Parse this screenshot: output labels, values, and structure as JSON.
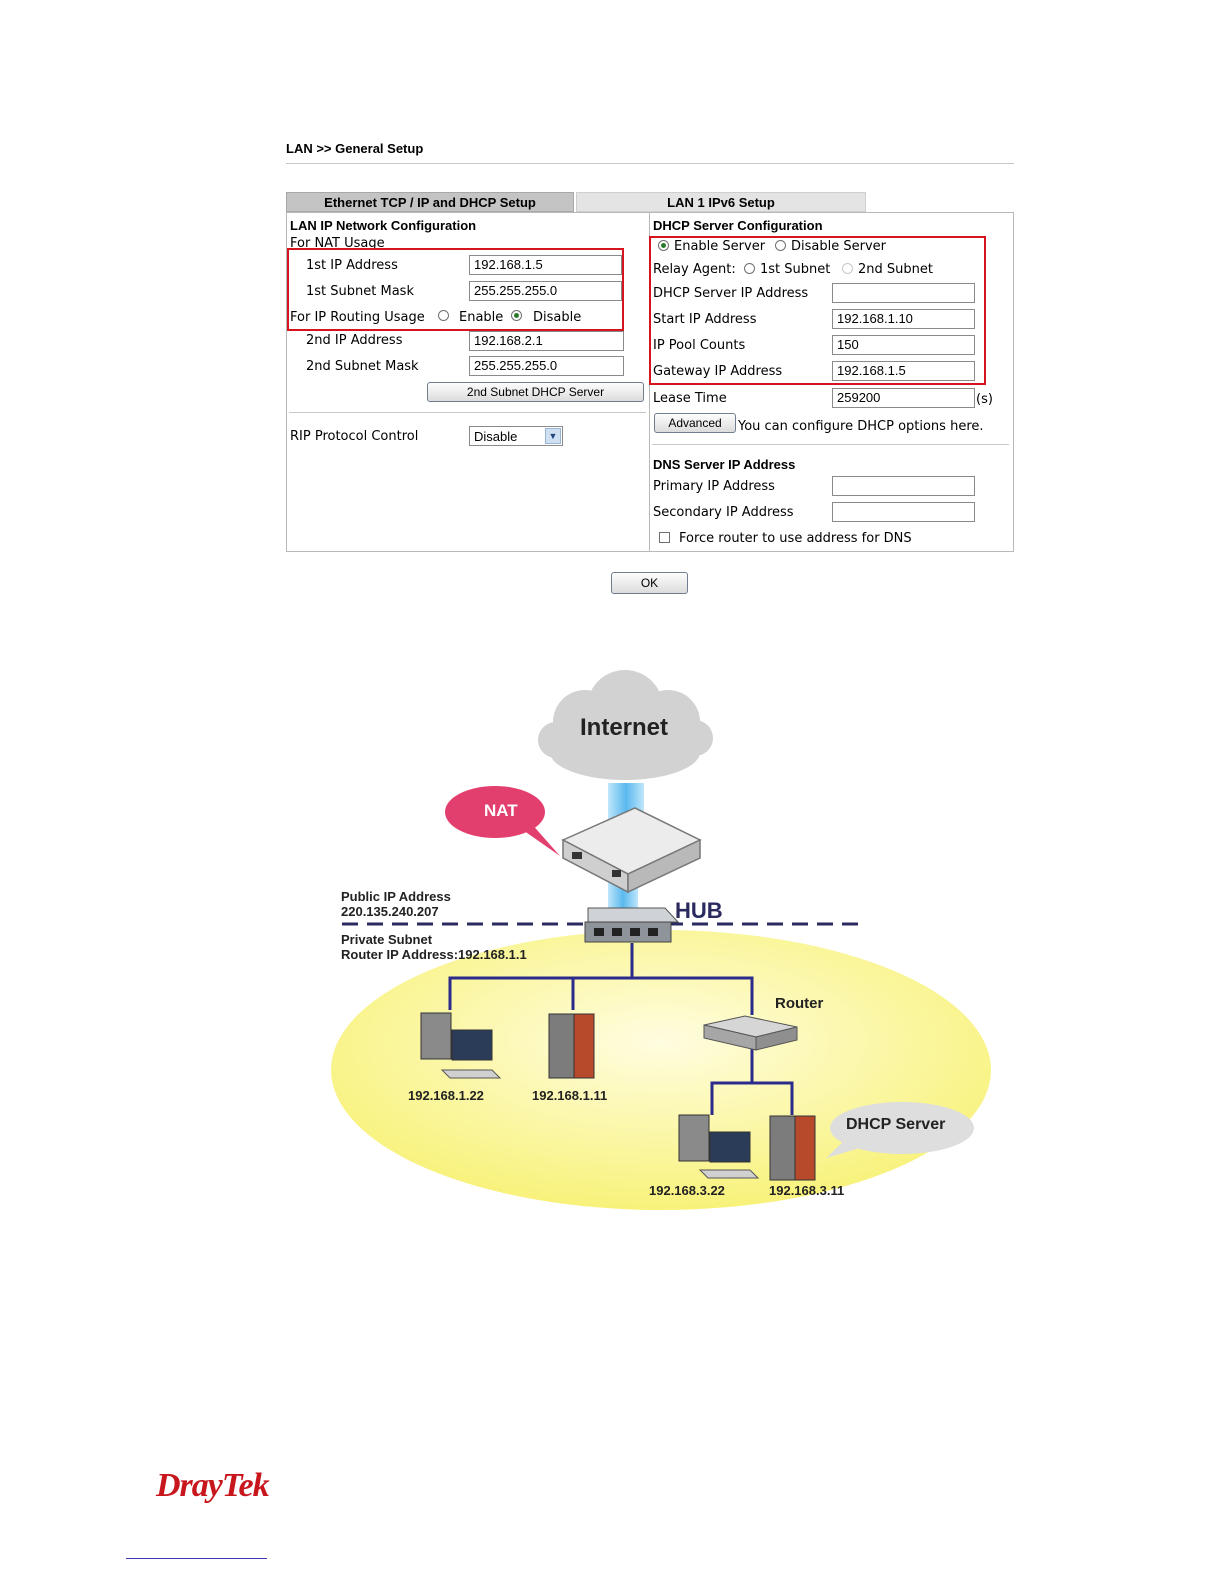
{
  "breadcrumb": "LAN >> General Setup",
  "tabs": [
    "Ethernet TCP / IP and DHCP Setup",
    "LAN 1 IPv6 Setup"
  ],
  "lan_ip": {
    "heading": "LAN IP Network Configuration",
    "nat_usage": "For NAT Usage",
    "ip1_label": "1st IP Address",
    "ip1_value": "192.168.1.5",
    "mask1_label": "1st Subnet Mask",
    "mask1_value": "255.255.255.0",
    "routing_label": "For IP Routing Usage",
    "routing_enable": "Enable",
    "routing_disable": "Disable",
    "routing_selected": "Disable",
    "ip2_label": "2nd IP Address",
    "ip2_value": "192.168.2.1",
    "mask2_label": "2nd Subnet Mask",
    "mask2_value": "255.255.255.0",
    "dhcp2_button": "2nd Subnet DHCP Server",
    "rip_label": "RIP Protocol Control",
    "rip_value": "Disable"
  },
  "dhcp": {
    "heading": "DHCP Server Configuration",
    "enable_server": "Enable Server",
    "disable_server": "Disable Server",
    "server_selected": "Enable Server",
    "relay_label": "Relay Agent:",
    "relay_1st": "1st Subnet",
    "relay_2nd": "2nd Subnet",
    "server_ip_label": "DHCP Server IP Address",
    "server_ip_value": "",
    "start_label": "Start IP Address",
    "start_value": "192.168.1.10",
    "pool_label": "IP Pool Counts",
    "pool_value": "150",
    "gateway_label": "Gateway IP Address",
    "gateway_value": "192.168.1.5",
    "lease_label": "Lease Time",
    "lease_value": "259200",
    "lease_unit": "(s)",
    "advanced_button": "Advanced",
    "advanced_hint": "You can configure DHCP options here."
  },
  "dns": {
    "heading": "DNS Server IP Address",
    "primary_label": "Primary IP Address",
    "primary_value": "",
    "secondary_label": "Secondary IP Address",
    "secondary_value": "",
    "force_label": "Force router to use address for DNS",
    "force_checked": false
  },
  "ok_button": "OK",
  "diagram": {
    "internet": "Internet",
    "nat": "NAT",
    "hub": "HUB",
    "public_label": "Public IP Address",
    "public_ip": "220.135.240.207",
    "private_label": "Private Subnet",
    "router_ip_label": "Router IP Address:192.168.1.1",
    "router": "Router",
    "dhcp_server": "DHCP Server",
    "hosts": [
      "192.168.1.22",
      "192.168.1.11",
      "192.168.3.22",
      "192.168.3.11"
    ],
    "colors": {
      "callout_pink": "#e33f6e",
      "dashed_line": "#2a2a5e",
      "cable": "#2b2b8c",
      "ellipse": "#fbf8a8"
    }
  },
  "footer": {
    "logo": "DrayTek"
  }
}
